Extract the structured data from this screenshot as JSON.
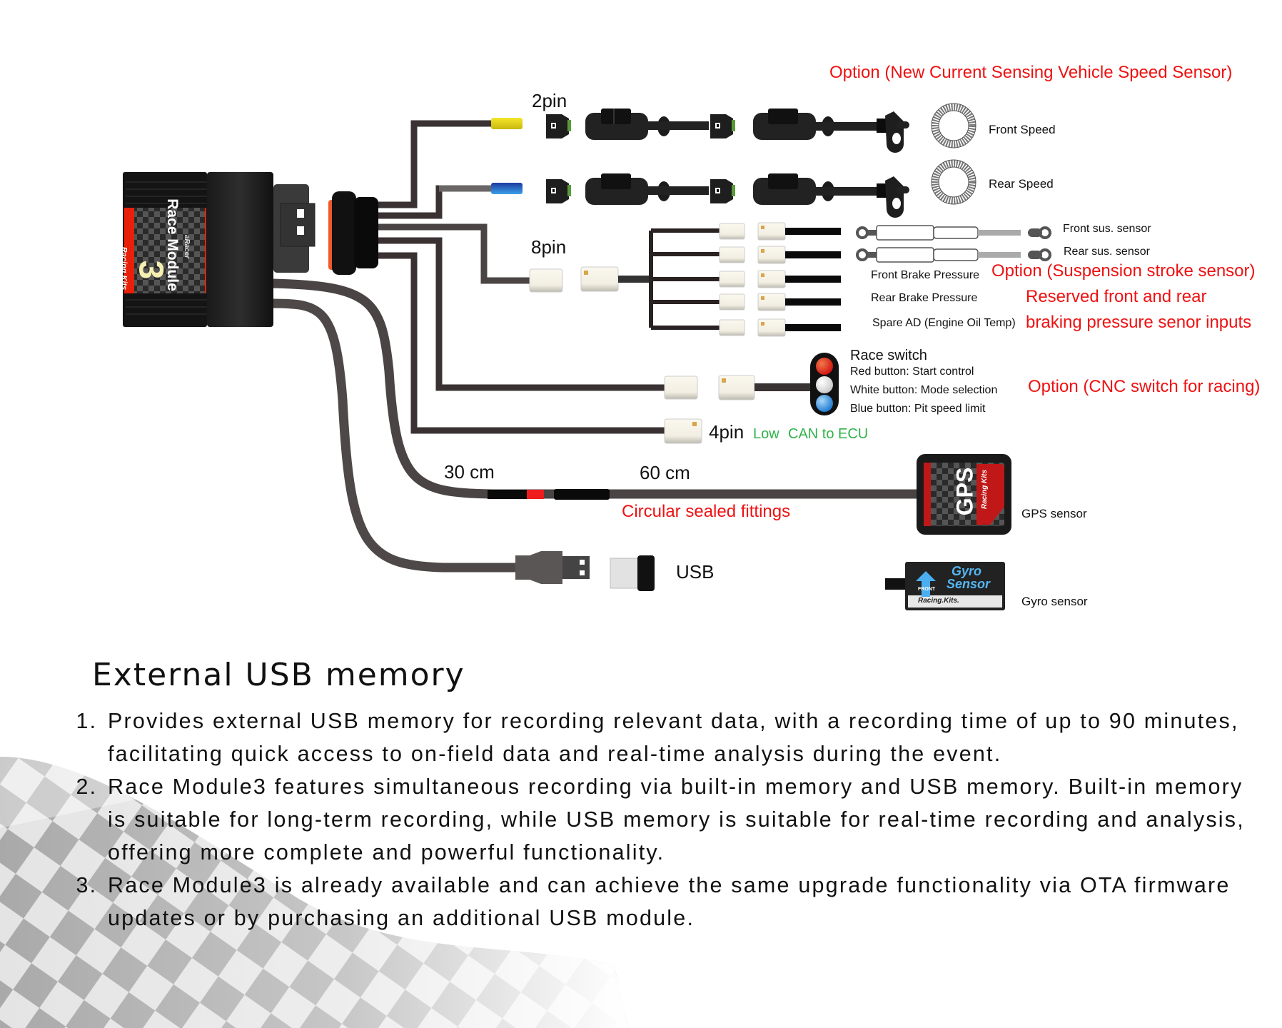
{
  "diagram": {
    "module": {
      "title": "Race Module",
      "number": "3",
      "brand": "aRacer",
      "badge": "Racing Kits"
    },
    "labels": {
      "speed_option": "Option (New Current Sensing Vehicle Speed Sensor)",
      "pin2": "2pin",
      "front_speed": "Front Speed",
      "rear_speed": "Rear Speed",
      "pin8": "8pin",
      "front_sus": "Front sus. sensor",
      "rear_sus": "Rear sus. sensor",
      "front_brake": "Front Brake Pressure",
      "rear_brake": "Rear Brake Pressure",
      "spare_ad": "Spare AD (Engine Oil Temp)",
      "sus_option": "Option (Suspension stroke sensor)",
      "brake_reserved_1": "Reserved front and rear",
      "brake_reserved_2": "braking pressure senor inputs",
      "race_switch": "Race switch",
      "red_button": "Red button: Start control",
      "white_button": "White button: Mode selection",
      "blue_button": "Blue button: Pit speed limit",
      "cnc_option": "Option (CNC switch for racing)",
      "pin4": "4pin",
      "can_ecu_low": "Low",
      "can_ecu": "CAN to ECU",
      "len30": "30 cm",
      "len60": "60 cm",
      "circular": "Circular sealed fittings",
      "gps_sensor": "GPS sensor",
      "gps_device": "GPS",
      "gps_badge": "Racing Kits",
      "usb": "USB",
      "gyro_sensor": "Gyro sensor",
      "gyro_device_1": "Gyro",
      "gyro_device_2": "Sensor",
      "gyro_front": "FRONT",
      "gyro_badge": "Racing.Kits."
    },
    "colors": {
      "accent_red": "#ee1111",
      "can_green": "#2fb34a",
      "wire": "#3a3232",
      "yellow_tag": "#e6d21a",
      "blue_tag": "#2a55c0",
      "orange_seal": "#f0582a"
    }
  },
  "section": {
    "title": "External USB memory",
    "points": [
      "Provides external USB memory for recording relevant data, with a recording time of up to 90 minutes, facilitating quick access to on-field data and real-time analysis during the event.",
      "Race Module3 features simultaneous recording via built-in memory and USB memory. Built-in memory is suitable for long-term recording, while USB memory is suitable for real-time recording and analysis, offering more complete and powerful functionality.",
      "Race Module3 is already available and can achieve the same upgrade functionality via OTA firmware updates or by purchasing an additional USB module."
    ]
  }
}
